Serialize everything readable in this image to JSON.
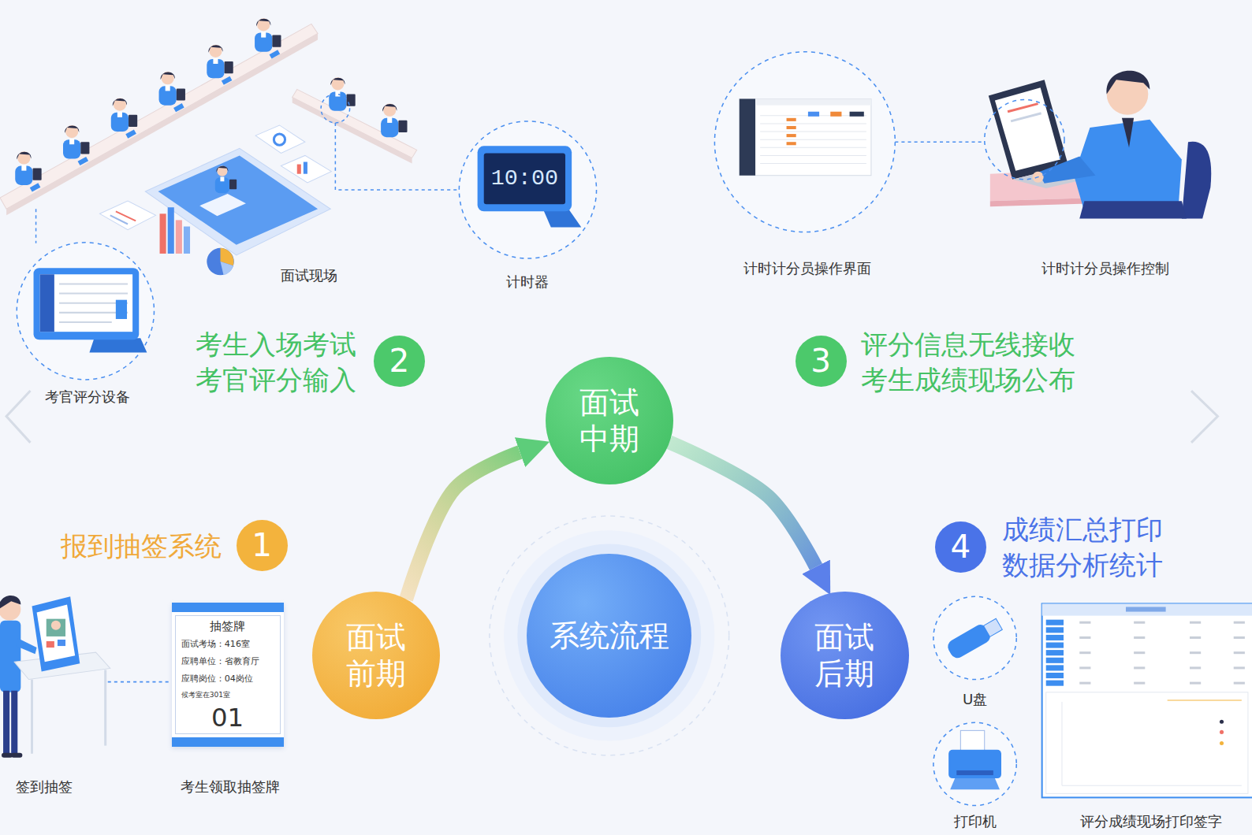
{
  "diagram": {
    "nodes": [
      {
        "text": [
          "面试 前期"
        ]
      },
      {
        "text": [
          "面试 中期"
        ]
      },
      {
        "text": [
          "面试 后期"
        ]
      },
      {
        "text": [
          "系统流程"
        ]
      },
      {
        "text": [
          "1"
        ]
      },
      {
        "text": [
          "2"
        ]
      },
      {
        "text": [
          "3"
        ]
      },
      {
        "text": [
          "4"
        ]
      },
      {
        "text": [
          "抽签牌",
          "面试考场：416室",
          "应聘单位：省教育厅",
          "应聘岗位：04岗位",
          "候考室在301室",
          "01"
        ]
      }
    ],
    "edges": [
      {
        "from": 0,
        "to": 1,
        "arrow": "to"
      },
      {
        "from": 1,
        "to": 2,
        "arrow": "to"
      }
    ],
    "labels": [
      "面试现场",
      "计时器",
      "10:00",
      "计时计分员操作界面",
      "计时计分员操作控制",
      "考官评分设备",
      "考生入场考试 考官评分输入",
      "评分信息无线接收 考生成绩现场公布",
      "报到抽签系统",
      "成绩汇总打印 数据分析统计",
      "U盘",
      "签到抽签",
      "考生领取抽签牌",
      "打印机",
      "评分成绩现场打印签字"
    ]
  }
}
